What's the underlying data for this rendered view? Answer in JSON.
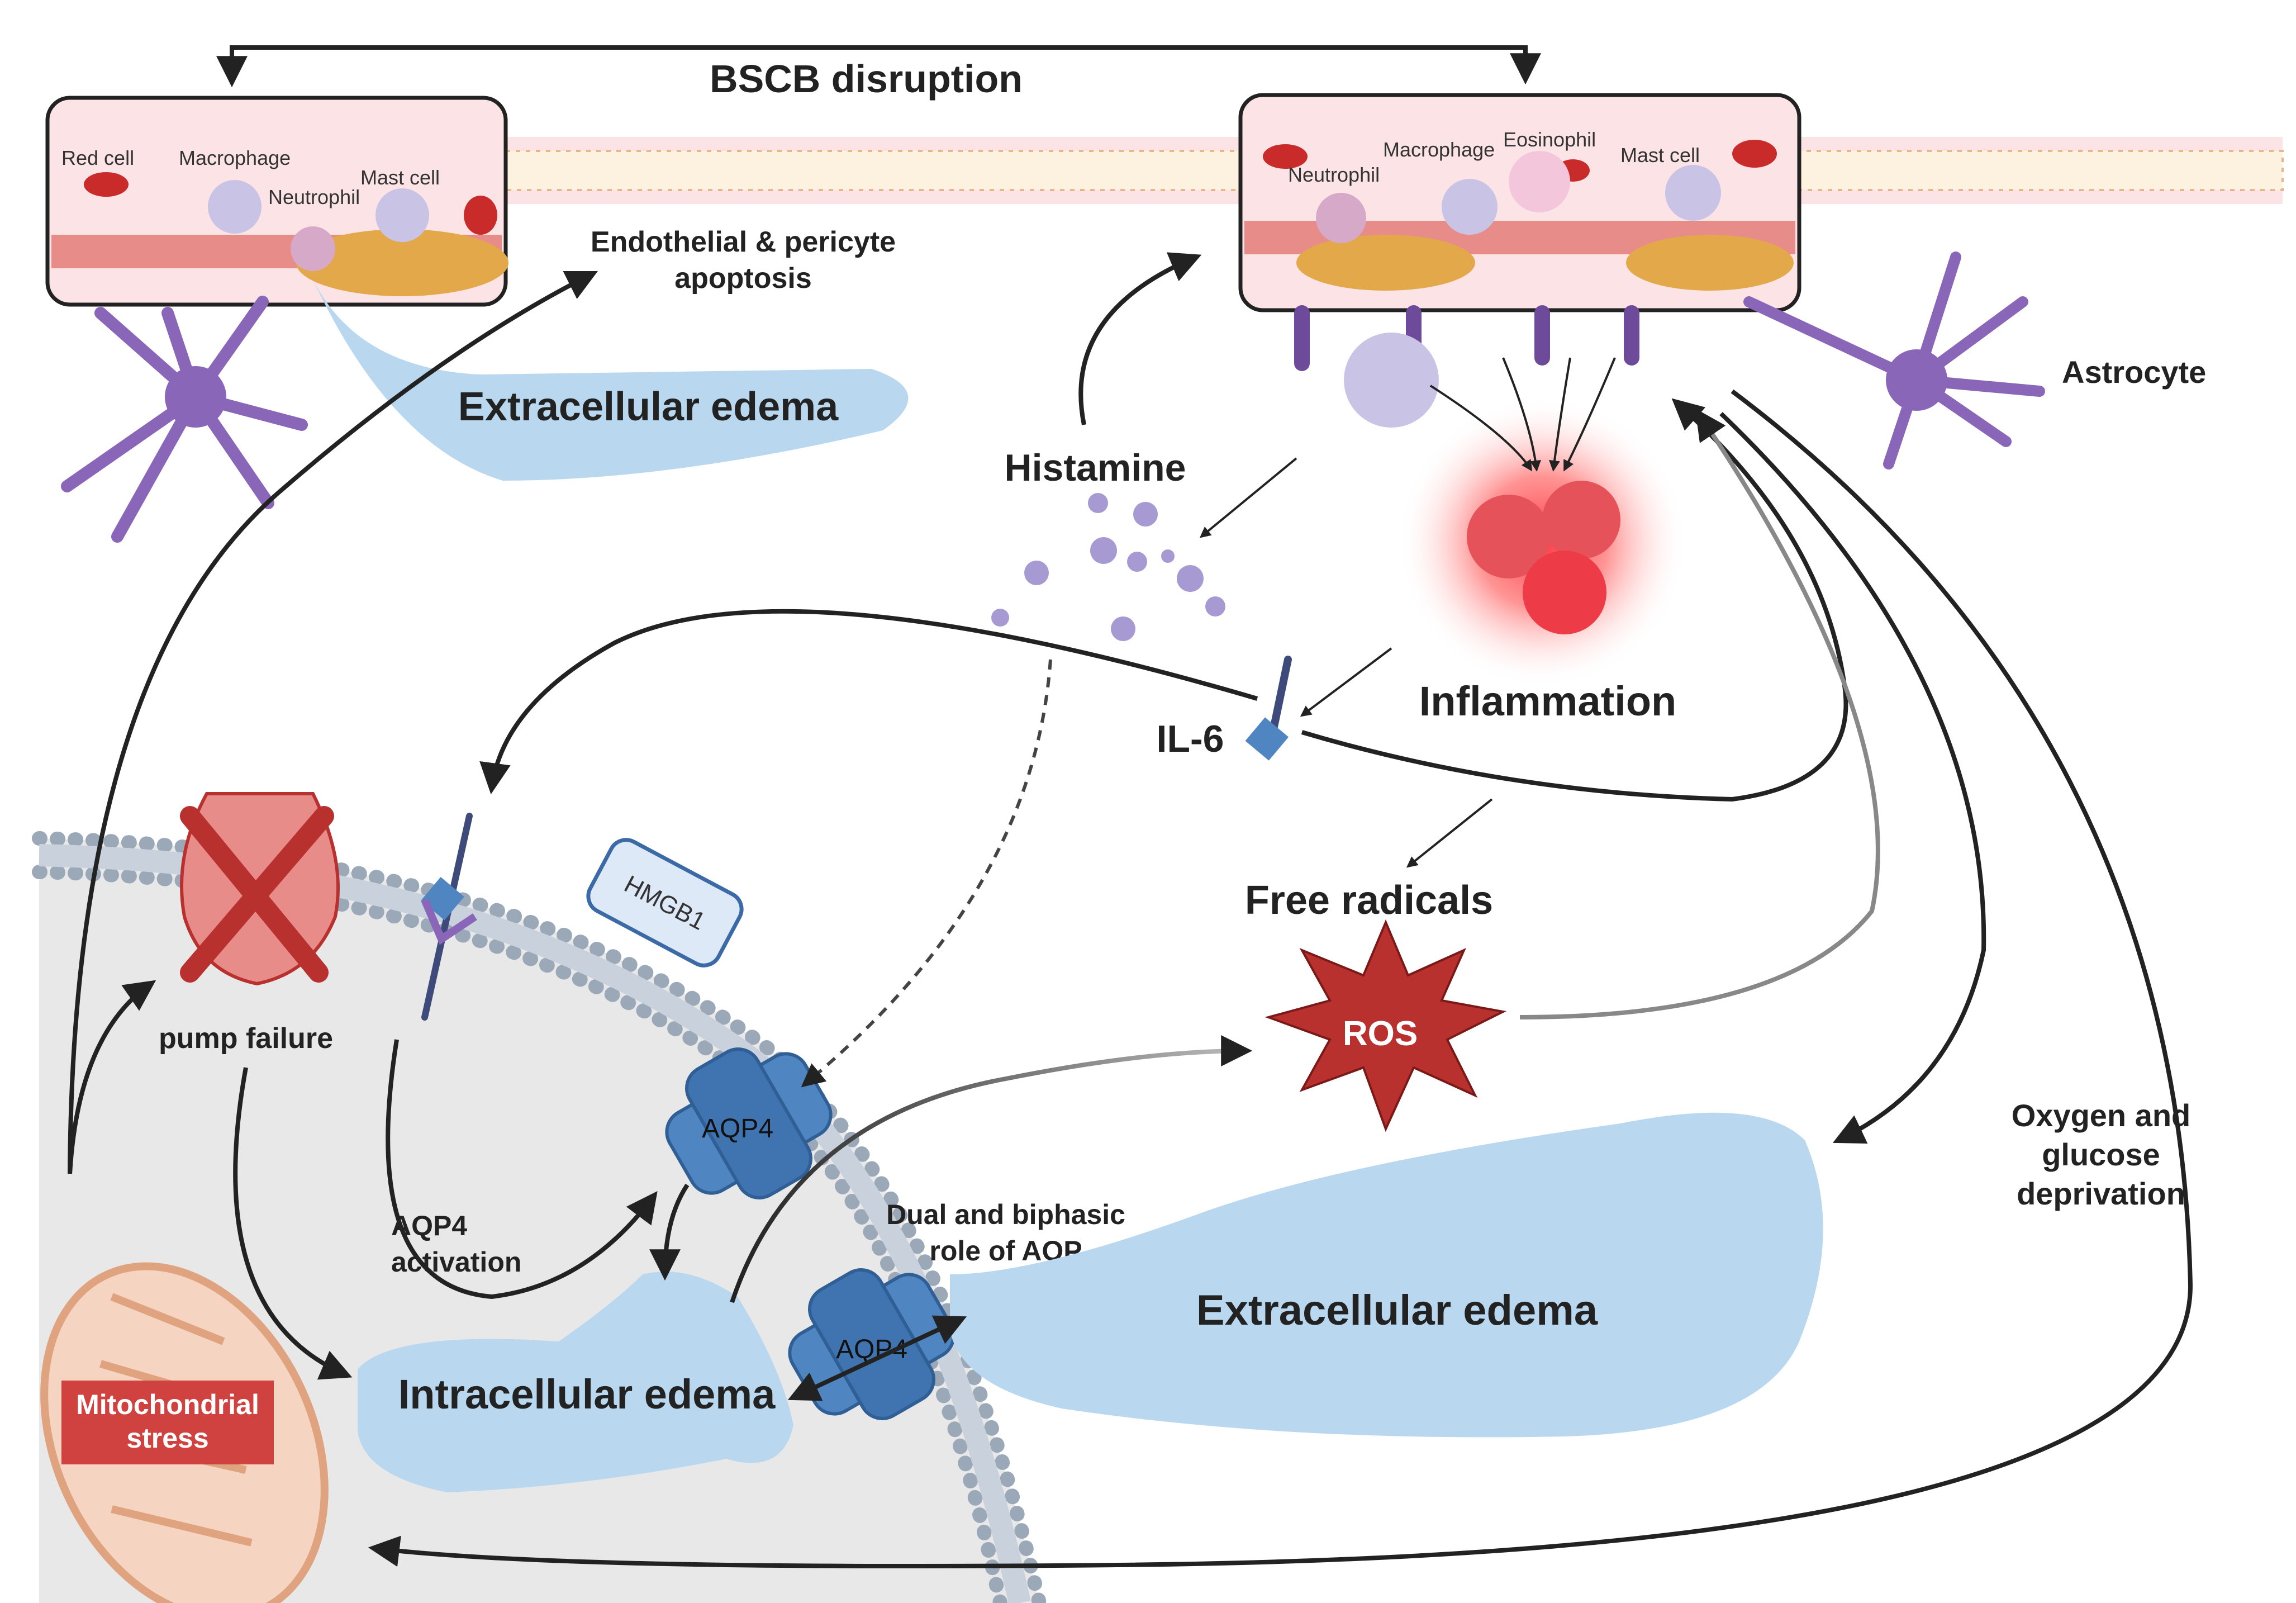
{
  "title": "BSCB disruption",
  "vessel_left": {
    "cells": {
      "red_cell": "Red cell",
      "macrophage": "Macrophage",
      "neutrophil": "Neutrophil",
      "mast_cell": "Mast cell"
    }
  },
  "vessel_right": {
    "cells": {
      "neutrophil": "Neutrophil",
      "macrophage": "Macrophage",
      "eosinophil": "Eosinophil",
      "mast_cell": "Mast cell"
    }
  },
  "labels": {
    "endothelial_1": "Endothelial & pericyte",
    "endothelial_2": "apoptosis",
    "extracellular_edema_top": "Extracellular edema",
    "astrocyte": "Astrocyte",
    "histamine": "Histamine",
    "inflammation": "Inflammation",
    "il6": "IL-6",
    "free_radicals": "Free radicals",
    "ros": "ROS",
    "hmgb1": "HMGB1",
    "pump_failure": "pump failure",
    "aqp4_top": "AQP4",
    "aqp4_bottom": "AQP4",
    "aqp4_activation_1": "AQP4",
    "aqp4_activation_2": "activation",
    "dual_role_1": "Dual and biphasic",
    "dual_role_2": "role of AQP",
    "extracellular_edema_main": "Extracellular edema",
    "intracellular_edema": "Intracellular edema",
    "mito_1": "Mitochondrial",
    "mito_2": "stress",
    "ogd_1": "Oxygen and",
    "ogd_2": "glucose",
    "ogd_3": "deprivation"
  },
  "colors": {
    "astrocyte": "#8a66b8",
    "edema": "#b9d8f0",
    "aqp4": "#4f86c2",
    "ros": "#b8312f",
    "mito_label": "#d0423f",
    "membrane": "#a9b6c4",
    "vessel_lumen": "#fbe3e6"
  }
}
